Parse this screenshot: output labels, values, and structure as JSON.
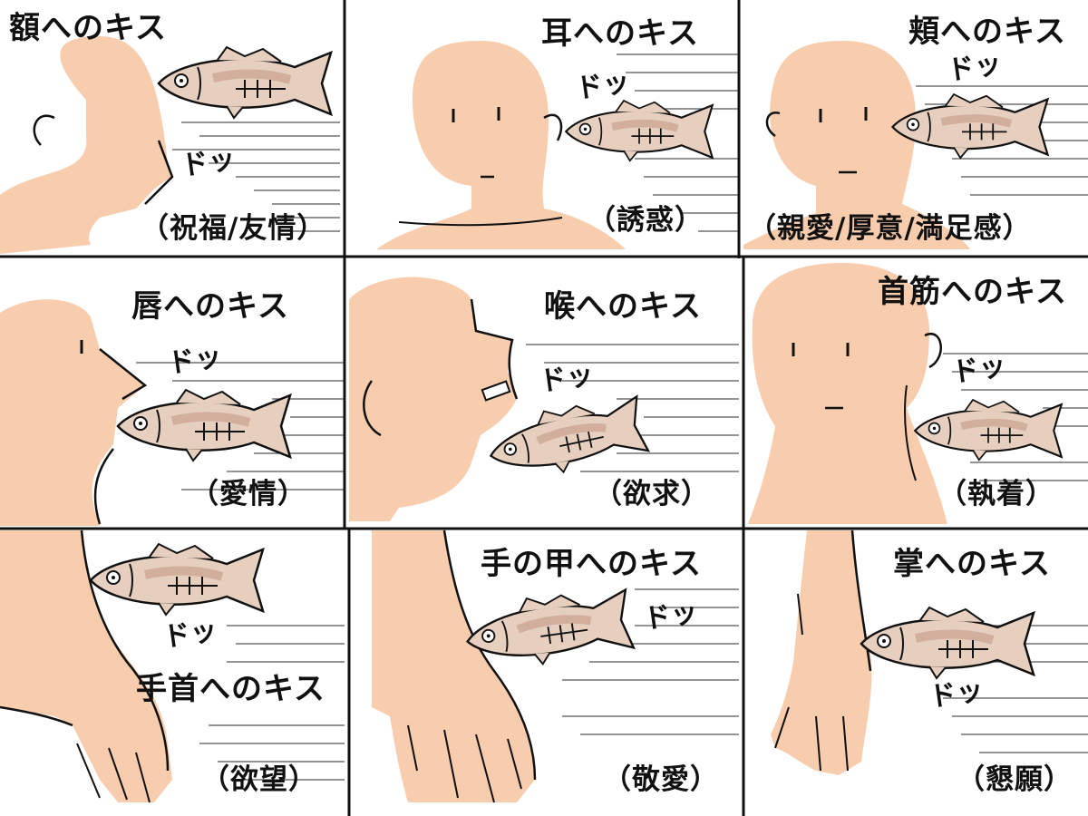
{
  "colors": {
    "skin": "#F7CDAE",
    "outline": "#111111",
    "fish_body": "#E6CFBE",
    "fish_shade": "#C99F8E",
    "background": "#FFFFFF",
    "speed_lines": "#555555"
  },
  "sfx": "ドッ",
  "panels": [
    {
      "title": "額へのキス",
      "meaning": "（祝福/友情）"
    },
    {
      "title": "耳へのキス",
      "meaning": "（誘惑）"
    },
    {
      "title": "頬へのキス",
      "meaning": "（親愛/厚意/満足感）"
    },
    {
      "title": "唇へのキス",
      "meaning": "（愛情）"
    },
    {
      "title": "喉へのキス",
      "meaning": "（欲求）"
    },
    {
      "title": "首筋へのキス",
      "meaning": "（執着）"
    },
    {
      "title": "手首へのキス",
      "meaning": "（欲望）"
    },
    {
      "title": "手の甲へのキス",
      "meaning": "（敬愛）"
    },
    {
      "title": "掌へのキス",
      "meaning": "（懇願）"
    }
  ]
}
